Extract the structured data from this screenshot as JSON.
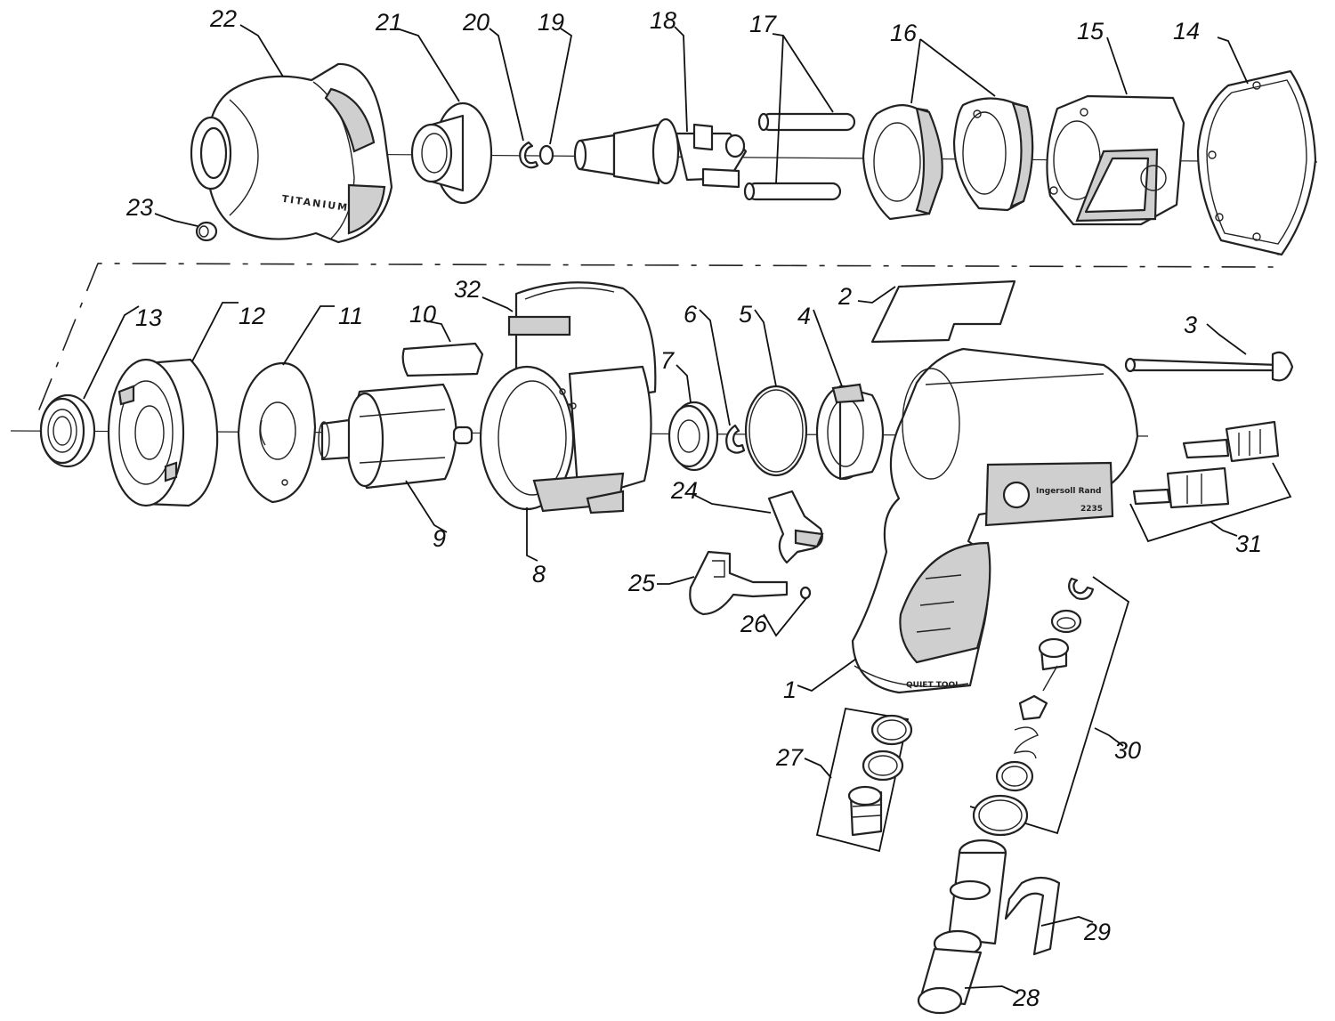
{
  "diagram": {
    "colors": {
      "ink": "#222222",
      "background": "#ffffff",
      "shade": "#cfcfcf"
    },
    "callouts": [
      "1",
      "2",
      "3",
      "4",
      "5",
      "6",
      "7",
      "8",
      "9",
      "10",
      "11",
      "12",
      "13",
      "14",
      "15",
      "16",
      "17",
      "18",
      "19",
      "20",
      "21",
      "22",
      "23",
      "24",
      "25",
      "26",
      "27",
      "28",
      "29",
      "30",
      "31",
      "32"
    ],
    "part_markings": {
      "anvil_housing": "TITANIUM",
      "handle_nameplate": "Ingersoll Rand",
      "handle_model": "2235",
      "handle_base": "QUIET TOOL"
    }
  }
}
